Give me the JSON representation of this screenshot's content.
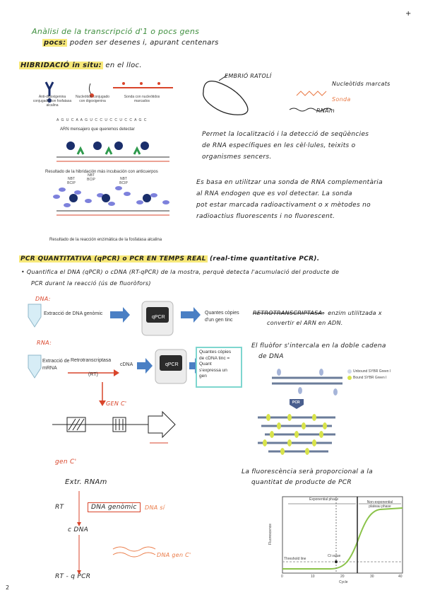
{
  "page": {
    "plus_mark": "+",
    "page_number": "2"
  },
  "title": {
    "main": "Anàlisi de la transcripció d'1 o pocs gens",
    "pocs_label": "pocs:",
    "pocs_text": "poden ser desenes i, apurant centenars"
  },
  "hibridacio": {
    "heading_hl": "HIBRIDACIÓ in situ:",
    "heading_rest": "en el lloc.",
    "fig": {
      "anti_label": "Anti-digoxigenina conjugado con fosfatasa alcalina",
      "nuc_label": "Nucleótido conjugado con digoxigenina",
      "sonda_label": "Sonda con nucleótidos marcados",
      "arn_seq": "A G U C A A G U C C U C C U C C A G C",
      "arn_caption": "ARN mensajero que queremos detectar",
      "result1": "Resultado de la hibridación más incubación con anticuerpos",
      "nbt1": "NBT BCIP",
      "nbt2": "NBT BCIP",
      "nbt3": "NBT BCIP",
      "result2": "Resultado de la reacción enzimática de la fosfatasa alcalina"
    },
    "embryo": {
      "embric": "EMBRIÓ RATOLÍ",
      "nucleotids": "Nucleòtids marcats",
      "sonda": "Sonda",
      "rnam": "RNAm"
    },
    "para1": [
      "Permet la localització i la detecció de seqüències",
      "de RNA específiques en les cèl·lules, teixits o",
      "organismes sencers."
    ],
    "para2": [
      "Es basa en utilitzar una sonda de RNA complementària",
      "al RNA endogen que es vol detectar. La sonda",
      "pot estar marcada radioactivament o x mètodes no",
      "radioactius fluorescents i no fluorescent."
    ]
  },
  "pcr": {
    "heading_hl": "PCR QUANTITATIVA (qPCR) o PCR EN TEMPS REAL",
    "heading_rest": "(real-time quantitative PCR).",
    "bullet1": "• Quantifica el DNA (qPCR) o cDNA (RT-qPCR) de la mostra, perquè detecta l'acumulació del producte de",
    "bullet2": "PCR durant la reacció (ús de fluoròfors)",
    "dna_label": "DNA:",
    "dna_extract": "Extracció de DNA genòmic",
    "qpcr1": "qPCR",
    "dna_result": [
      "Quantes còpies",
      "d'un gen tinc"
    ],
    "rna_label": "RNA:",
    "rna_extract": [
      "Extracció de",
      "mRNA"
    ],
    "retro": "Retrotranscriptasa",
    "rt": "(RT)",
    "cdna": "cDNA",
    "qpcr2": "qPCR",
    "rna_result": [
      "Quantes còpies",
      "de cDNA tinc =",
      "Quant",
      "s'expressa un",
      "gen"
    ],
    "gen_c1": "GEN C'",
    "retro_hl": "RETROTRANSCRIPTASA:",
    "retro_def": [
      "enzim utilitzada x",
      "convertir el ARN en ADN."
    ],
    "fluor": [
      "El fluòfor s'intercala en la doble cadena",
      "de DNA"
    ],
    "legend_unbound": "Unbound SYBR Green I",
    "legend_bound": "Bound SYBR Green I",
    "pcr_arrow": "PCR",
    "gen_c2": "gen C'",
    "extr": "Extr. RNAm",
    "rt_side": "RT",
    "dna_genomic": "DNA genòmic",
    "dna_si": "DNA sí",
    "cdna_hand": "c DNA",
    "dna_gen_c": "DNA gen C'",
    "rt_qpcr": "RT - q PCR",
    "fluor_prop": [
      "La fluorescència serà proporcional a la",
      "quantitat de producte de PCR"
    ],
    "graph": {
      "exp_phase": "Exponential phase",
      "non_exp": "Non-exponential plateau phase",
      "ct": "Ct value",
      "threshold": "Threshold line",
      "ylabel": "Fluorescence",
      "xlabel": "Cycle",
      "xticks": [
        "0",
        "10",
        "20",
        "30",
        "40"
      ]
    }
  },
  "colors": {
    "green": "#3f8f3f",
    "red": "#d9452b",
    "highlight": "#f7e879",
    "teal": "#7ed6cf",
    "arrow_blue": "#4a7fc4"
  }
}
